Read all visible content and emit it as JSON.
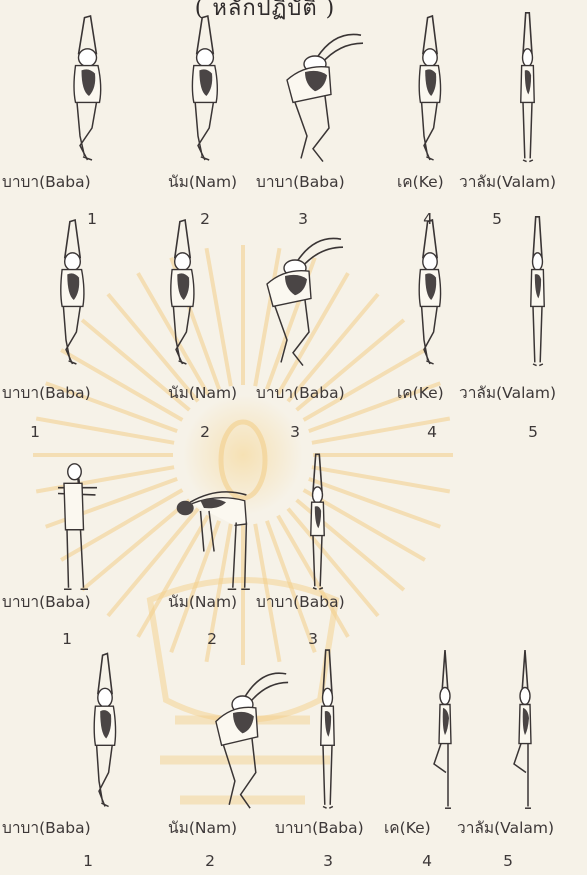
{
  "header": "( หลักปฏิบัติ )",
  "rows": [
    {
      "steps": [
        {
          "label": "บาบา(Baba)",
          "number": "1",
          "pose": "arms-up-bent-knee"
        },
        {
          "label": "นัม(Nam)",
          "number": "2",
          "pose": "arms-up-bent-knee"
        },
        {
          "label": "บาบา(Baba)",
          "number": "3",
          "pose": "arms-up-lean-back"
        },
        {
          "label": "เค(Ke)",
          "number": "4",
          "pose": "arms-up-bent-knee"
        },
        {
          "label": "วาลัม(Valam)",
          "number": "5",
          "pose": "arms-up-straight"
        }
      ]
    },
    {
      "steps": [
        {
          "label": "บาบา(Baba)",
          "number": "1",
          "pose": "arms-up-bent-knee"
        },
        {
          "label": "นัม(Nam)",
          "number": "2",
          "pose": "arms-up-bent-knee"
        },
        {
          "label": "บาบา(Baba)",
          "number": "3",
          "pose": "arms-up-lean-back"
        },
        {
          "label": "เค(Ke)",
          "number": "4",
          "pose": "arms-up-bent-knee"
        },
        {
          "label": "วาลัม(Valam)",
          "number": "5",
          "pose": "arms-up-straight"
        }
      ]
    },
    {
      "steps": [
        {
          "label": "บาบา(Baba)",
          "number": "1",
          "pose": "arms-forward"
        },
        {
          "label": "นัม(Nam)",
          "number": "2",
          "pose": "forward-bend"
        },
        {
          "label": "บาบา(Baba)",
          "number": "3",
          "pose": "arms-up-straight"
        }
      ]
    },
    {
      "steps": [
        {
          "label": "บาบา(Baba)",
          "number": "1",
          "pose": "arms-up-bent-knee"
        },
        {
          "label": "นัม(Nam)",
          "number": "2",
          "pose": "arms-up-lean-back"
        },
        {
          "label": "บาบา(Baba)",
          "number": "3",
          "pose": "arms-up-straight"
        },
        {
          "label": "เค(Ke)",
          "number": "4",
          "pose": "one-leg-raised"
        },
        {
          "label": "วาลัม(Valam)",
          "number": "5",
          "pose": "one-leg-raised"
        }
      ]
    }
  ],
  "colors": {
    "paper": "#f6f2e8",
    "ink": "#3a3535",
    "shirt_shading": "#4a4545",
    "watermark": "#f3cf8a"
  }
}
